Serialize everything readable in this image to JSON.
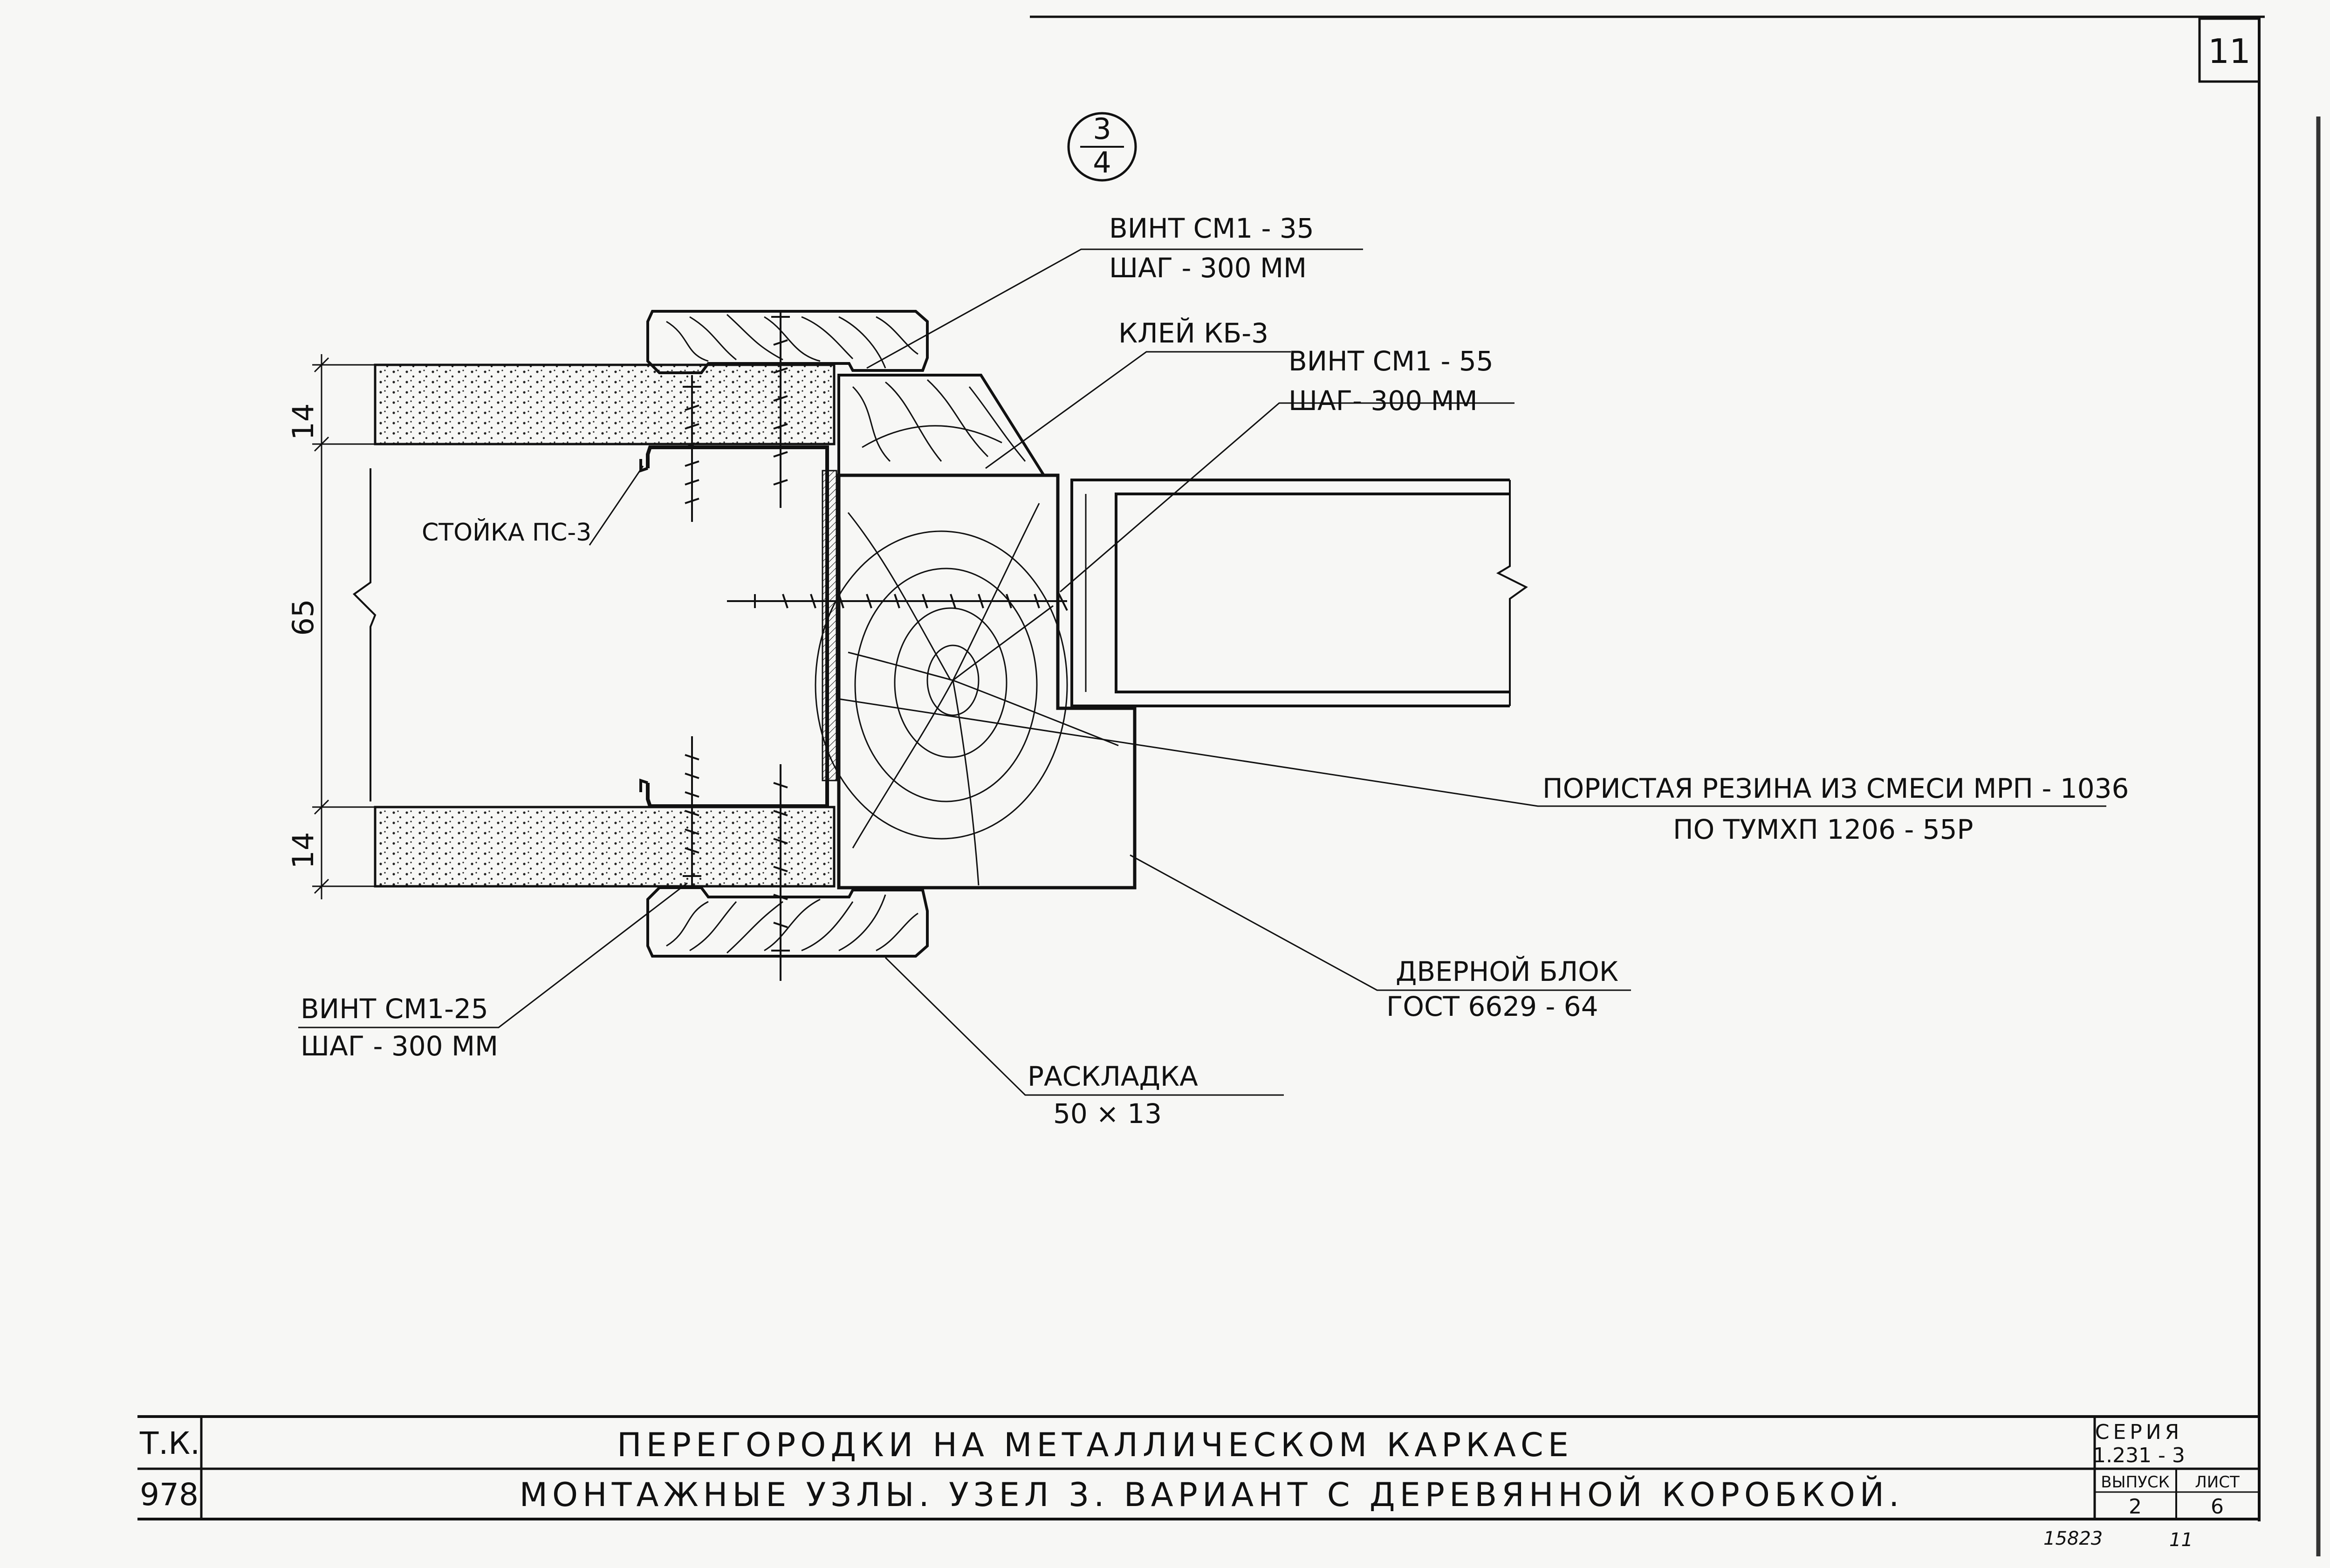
{
  "sheet": {
    "number": "11"
  },
  "section_marker": {
    "top": "3",
    "bottom": "4"
  },
  "dimensions": {
    "top_board": "14",
    "cavity": "65",
    "bottom_board": "14"
  },
  "callouts": {
    "screw_top": {
      "line1": "ВИНТ СМ1 - 35",
      "line2": "ШАГ - 300 ММ"
    },
    "glue": {
      "line1": "КЛЕЙ КБ-3"
    },
    "screw_middle": {
      "line1": "ВИНТ СМ1 - 55",
      "line2": "ШАГ- 300 ММ"
    },
    "stud": {
      "line1": "СТОЙКА ПС-3"
    },
    "rubber": {
      "line1": "ПОРИСТАЯ РЕЗИНА ИЗ СМЕСИ МРП - 1036",
      "line2": "ПО ТУМХП 1206 - 55Р"
    },
    "door_block": {
      "line1": "ДВЕРНОЙ БЛОК",
      "line2": "ГОСТ 6629 - 64"
    },
    "screw_bottom": {
      "line1": "ВИНТ СМ1-25",
      "line2": "ШАГ - 300 ММ"
    },
    "trim": {
      "line1": "РАСКЛАДКА",
      "line2": "50 × 13"
    }
  },
  "title_block": {
    "left_top": "Т.К.",
    "left_bottom": "978",
    "title_main": "ПЕРЕГОРОДКИ НА МЕТАЛЛИЧЕСКОМ КАРКАСЕ",
    "title_sub": "МОНТАЖНЫЕ УЗЛЫ. УЗЕЛ 3. ВАРИАНТ С ДЕРЕВЯННОЙ КОРОБКОЙ.",
    "series_label": "СЕРИЯ",
    "series_value": "1.231 - 3",
    "issue_label": "ВЫПУСК",
    "issue_value": "2",
    "sheet_label": "ЛИСТ",
    "sheet_value": "6"
  },
  "footer": {
    "archive_number": "15823",
    "page": "11"
  }
}
